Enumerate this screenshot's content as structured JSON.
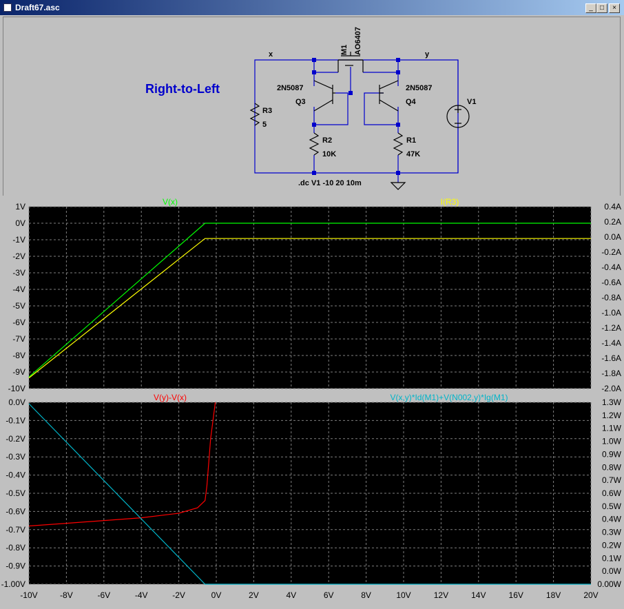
{
  "window": {
    "title": "Draft67.asc",
    "minimize_glyph": "_",
    "maximize_glyph": "□",
    "close_glyph": "×"
  },
  "schematic": {
    "heading": "Right-to-Left",
    "net_x": "x",
    "net_y": "y",
    "m1_name": "M1",
    "m1_model": "AO6407",
    "q3_model": "2N5087",
    "q3_name": "Q3",
    "q4_model": "2N5087",
    "q4_name": "Q4",
    "r3_name": "R3",
    "r3_value": "5",
    "r2_name": "R2",
    "r2_value": "10K",
    "r1_name": "R1",
    "r1_value": "47K",
    "v1_name": "V1",
    "directive": ".dc V1 -10 20 10m",
    "wire_color": "#0000cc",
    "heading_color": "#0000cc"
  },
  "plot": {
    "x_ticks": [
      "-10V",
      "-8V",
      "-6V",
      "-4V",
      "-2V",
      "0V",
      "2V",
      "4V",
      "6V",
      "8V",
      "10V",
      "12V",
      "14V",
      "16V",
      "18V",
      "20V"
    ],
    "pane1": {
      "left_ticks": [
        "1V",
        "0V",
        "-1V",
        "-2V",
        "-3V",
        "-4V",
        "-5V",
        "-6V",
        "-7V",
        "-8V",
        "-9V",
        "-10V"
      ],
      "right_ticks": [
        "0.4A",
        "0.2A",
        "0.0A",
        "-0.2A",
        "-0.4A",
        "-0.6A",
        "-0.8A",
        "-1.0A",
        "-1.2A",
        "-1.4A",
        "-1.6A",
        "-1.8A",
        "-2.0A"
      ],
      "trace1_label": "V(x)",
      "trace1_color": "#00ff00",
      "trace2_label": "I(R3)",
      "trace2_color": "#ffff00"
    },
    "pane2": {
      "left_ticks": [
        "0.0V",
        "-0.1V",
        "-0.2V",
        "-0.3V",
        "-0.4V",
        "-0.5V",
        "-0.6V",
        "-0.7V",
        "-0.8V",
        "-0.9V",
        "-1.00V"
      ],
      "right_ticks": [
        "1.3W",
        "1.2W",
        "1.1W",
        "1.0W",
        "0.9W",
        "0.8W",
        "0.7W",
        "0.6W",
        "0.5W",
        "0.4W",
        "0.3W",
        "0.2W",
        "0.1W",
        "0.0W",
        "0.00W"
      ],
      "trace1_label": "V(y)-V(x)",
      "trace1_color": "#ff0000",
      "trace2_label": "V(x,y)*Id(M1)+V(N002,y)*Ig(M1)",
      "trace2_color": "#00b4c8"
    }
  },
  "chart_data": [
    {
      "type": "line",
      "xlabel": "",
      "xlim": [
        -10,
        20
      ],
      "ylim": [
        -10,
        1
      ],
      "y2lim": [
        -2.0,
        0.4
      ],
      "grid": true,
      "legend": "top",
      "series": [
        {
          "name": "V(x)",
          "axis": "left",
          "x": [
            -10,
            -0.6,
            20
          ],
          "y": [
            -9.3,
            0.0,
            0.0
          ]
        },
        {
          "name": "I(R3)",
          "axis": "right",
          "x": [
            -10,
            -0.6,
            20
          ],
          "y": [
            -1.86,
            -0.02,
            -0.02
          ]
        }
      ]
    },
    {
      "type": "line",
      "xlabel": "",
      "xlim": [
        -10,
        20
      ],
      "ylim": [
        -1.0,
        0.0
      ],
      "y2lim": [
        0.0,
        1.3
      ],
      "grid": true,
      "legend": "top",
      "series": [
        {
          "name": "V(y)-V(x)",
          "axis": "left",
          "x": [
            -10,
            -8,
            -6,
            -4,
            -2,
            -1,
            -0.6,
            -0.5,
            -0.3,
            -0.05
          ],
          "y": [
            -0.68,
            -0.665,
            -0.65,
            -0.635,
            -0.61,
            -0.58,
            -0.54,
            -0.46,
            -0.2,
            0.0
          ]
        },
        {
          "name": "V(x,y)*Id(M1)+V(N002,y)*Ig(M1)",
          "axis": "right",
          "x": [
            -10,
            -0.6,
            20
          ],
          "y": [
            1.29,
            0.0,
            0.0
          ]
        }
      ]
    }
  ]
}
